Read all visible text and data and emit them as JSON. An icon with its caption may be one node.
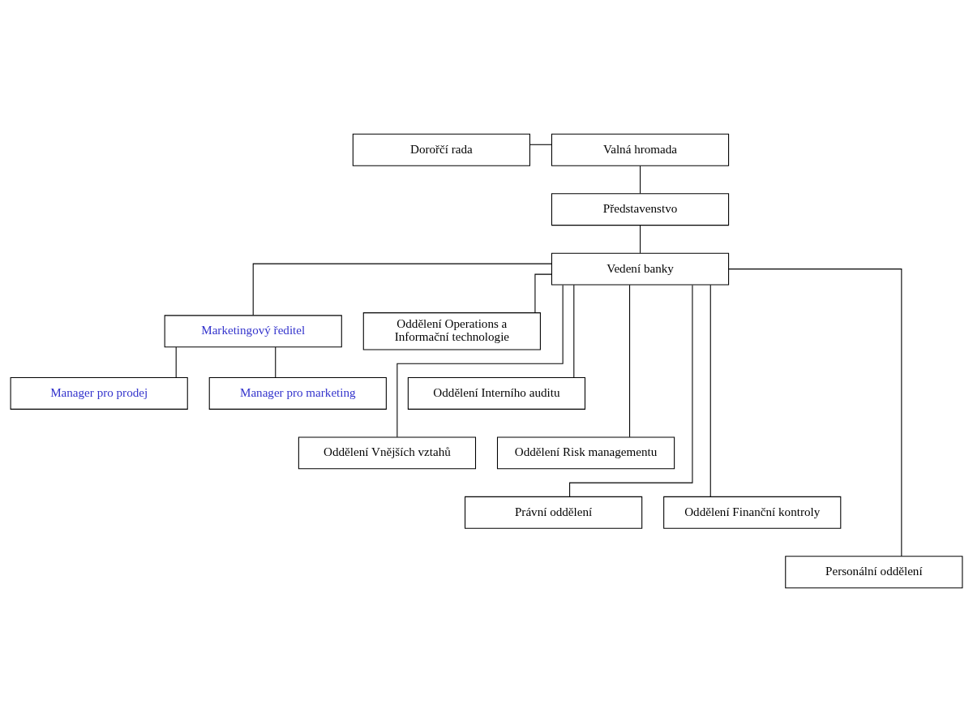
{
  "diagram": {
    "nodes": [
      {
        "text": [
          "Valná hromada"
        ]
      },
      {
        "text": [
          "Dorořčí rada"
        ]
      },
      {
        "text": [
          "Představenstvo"
        ]
      },
      {
        "text": [
          "Vedení banky"
        ]
      },
      {
        "text": [
          "Marketingový ředitel"
        ]
      },
      {
        "text": [
          "Oddělení Operations a Informační technologie"
        ]
      },
      {
        "text": [
          "Manager pro prodej"
        ]
      },
      {
        "text": [
          "Manager pro marketing"
        ]
      },
      {
        "text": [
          "Oddělení Interního auditu"
        ]
      },
      {
        "text": [
          "Oddělení Vnějších vztahů"
        ]
      },
      {
        "text": [
          "Oddělení Risk managementu"
        ]
      },
      {
        "text": [
          "Právní oddělení"
        ]
      },
      {
        "text": [
          "Oddělení Finanční kontroly"
        ]
      },
      {
        "text": [
          "Personální oddělení"
        ]
      }
    ],
    "edges": [
      {
        "from": 0,
        "to": 1,
        "arrow": "none"
      },
      {
        "from": 0,
        "to": 2,
        "arrow": "none"
      },
      {
        "from": 2,
        "to": 3,
        "arrow": "none"
      },
      {
        "from": 3,
        "to": 4,
        "arrow": "none"
      },
      {
        "from": 3,
        "to": 5,
        "arrow": "none"
      },
      {
        "from": 4,
        "to": 6,
        "arrow": "none"
      },
      {
        "from": 4,
        "to": 7,
        "arrow": "none"
      },
      {
        "from": 3,
        "to": 8,
        "arrow": "none"
      },
      {
        "from": 3,
        "to": 9,
        "arrow": "none"
      },
      {
        "from": 3,
        "to": 10,
        "arrow": "none"
      },
      {
        "from": 3,
        "to": 11,
        "arrow": "none"
      },
      {
        "from": 3,
        "to": 12,
        "arrow": "none"
      },
      {
        "from": 3,
        "to": 13,
        "arrow": "none"
      }
    ]
  }
}
